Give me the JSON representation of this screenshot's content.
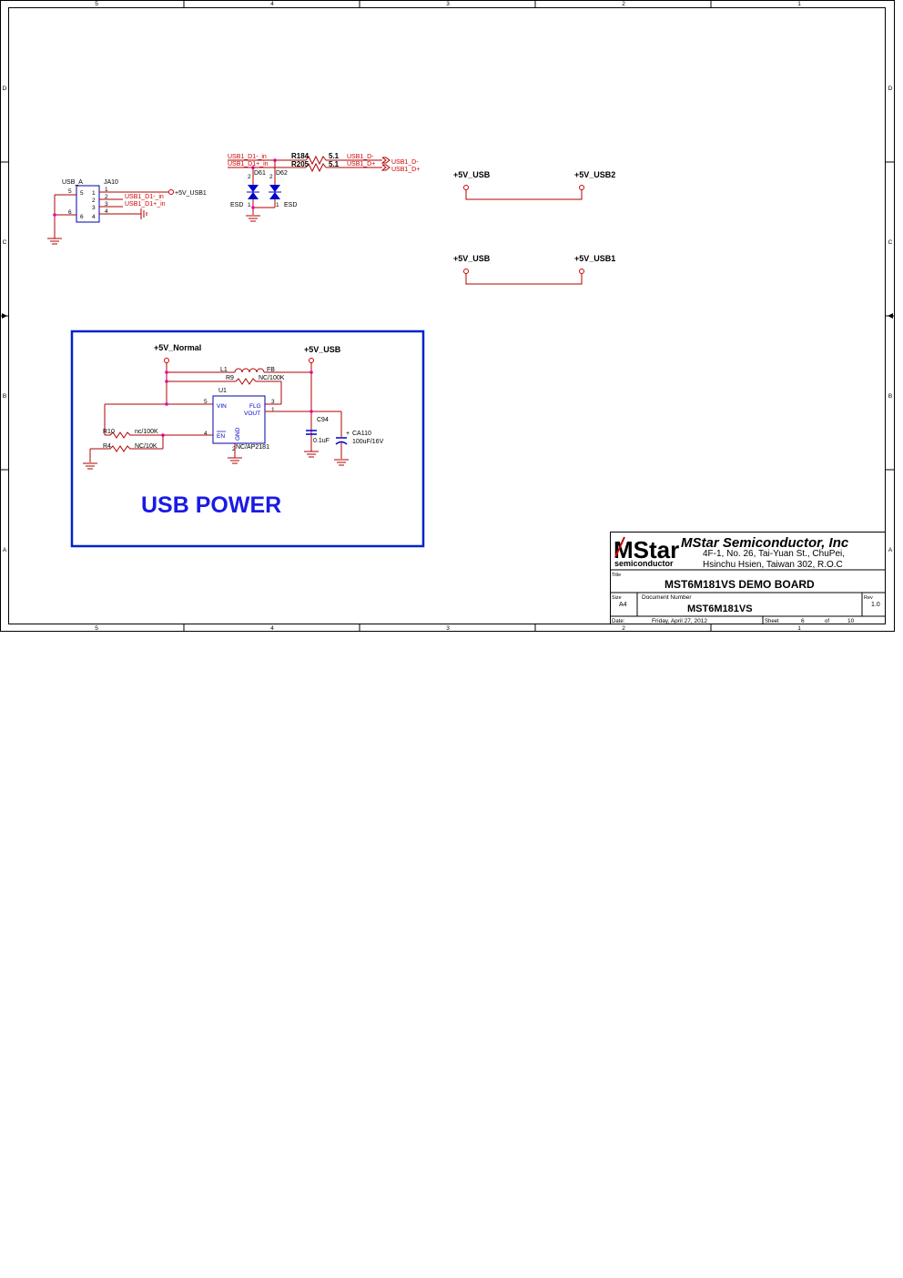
{
  "frame": {
    "columns": [
      "5",
      "4",
      "3",
      "2",
      "1"
    ],
    "rows": [
      "D",
      "C",
      "B",
      "A"
    ]
  },
  "connector": {
    "ref": "USB_A",
    "part": "JA10",
    "left_pins": [
      "5",
      "6"
    ],
    "inner_pins": [
      "5",
      "1",
      "2",
      "3",
      "6",
      "4"
    ],
    "right_pins": [
      "1",
      "2",
      "3",
      "4"
    ],
    "power_net": "+5V_USB1",
    "nets": [
      "USB1_D1-_in",
      "USB1_D1+_in"
    ]
  },
  "esd": {
    "top_nets": [
      "USB1_D1-_in",
      "USB1_D1+_in"
    ],
    "diodes": [
      "D61",
      "D62"
    ],
    "pin_labels": [
      "2",
      "2",
      "1",
      "1"
    ],
    "labels": [
      "ESD",
      "ESD"
    ],
    "resistors": [
      "R184",
      "R205"
    ],
    "values": [
      "5.1",
      "5.1"
    ],
    "out_nets": [
      "USB1_D-",
      "USB1_D+"
    ],
    "ports": [
      "USB1_D-",
      "USB1_D+"
    ]
  },
  "jumpers": [
    {
      "left": "+5V_USB",
      "right": "+5V_USB2"
    },
    {
      "left": "+5V_USB",
      "right": "+5V_USB1"
    }
  ],
  "power_block": {
    "title": "USB POWER",
    "in_rail": "+5V_Normal",
    "out_rail": "+5V_USB",
    "l1": "L1",
    "fb": "FB",
    "r9": "R9",
    "r9_value": "NC/100K",
    "u1": "U1",
    "u1_pins": {
      "vin": "VIN",
      "flg": "FLG",
      "vout": "VOUT",
      "en": "EN",
      "gnd": "GND"
    },
    "u1_pin_numbers": [
      "5",
      "3",
      "1",
      "4",
      "2"
    ],
    "u1_part": "NC/AP2181",
    "r10": "R10",
    "r10_value": "nc/100K",
    "r4": "R4",
    "r4_value": "NC/10K",
    "c94": "C94",
    "c94_value": "0.1uF",
    "ca110": "CA110",
    "ca110_value": "100uF/16V",
    "plus": "+"
  },
  "title_block": {
    "logo_main": "MStar",
    "logo_sub": "semiconductor",
    "company": "MStar Semiconductor, Inc",
    "address1": "4F-1, No. 26, Tai-Yuan St., ChuPei,",
    "address2": "Hsinchu Hsien, Taiwan 302, R.O.C",
    "title_label": "Title",
    "title": "MST6M181VS DEMO BOARD",
    "size_label": "Size",
    "size": "A4",
    "docnum_label": "Document Number",
    "docnum": "MST6M181VS",
    "rev_label": "Rev",
    "rev": "1.0",
    "date_label": "Date:",
    "date": "Friday, April 27, 2012",
    "sheet_label": "Sheet",
    "sheet": "6",
    "of_label": "of",
    "total": "10"
  },
  "colors": {
    "wire": "#b00000",
    "part": "#0000aa",
    "junction": "#ee00aa",
    "box": "#0022cc"
  }
}
